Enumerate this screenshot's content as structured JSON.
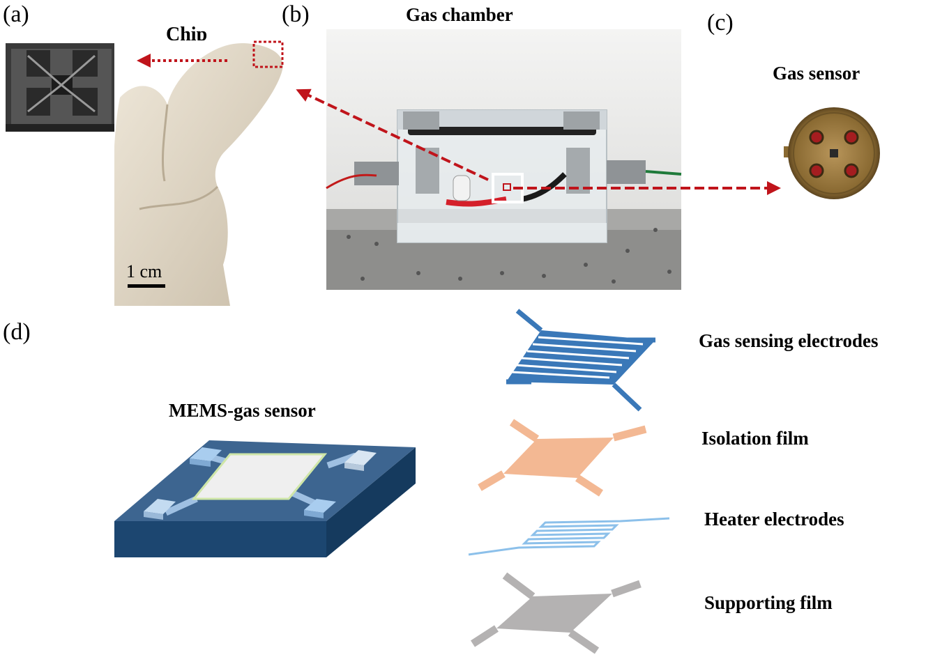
{
  "panels": {
    "a": "(a)",
    "b": "(b)",
    "c": "(c)",
    "d": "(d)"
  },
  "labels": {
    "chip": "Chip",
    "gas_chamber": "Gas chamber",
    "gas_sensor": "Gas sensor",
    "scale_bar": "1 cm",
    "mems_gas_sensor": "MEMS-gas sensor",
    "layer_gas_sensing": "Gas sensing electrodes",
    "layer_isolation": "Isolation film",
    "layer_heater": "Heater electrodes",
    "layer_supporting": "Supporting film"
  },
  "colors": {
    "arrow_red": "#c0141b",
    "electrode_blue": "#3a78b8",
    "isolation_orange": "#f3b893",
    "heater_blue": "#8cc0ea",
    "support_gray": "#b4b2b2",
    "substrate_top": "#3d6590",
    "substrate_side": "#1c4670",
    "sensor_gold": "#9a7a3a"
  }
}
